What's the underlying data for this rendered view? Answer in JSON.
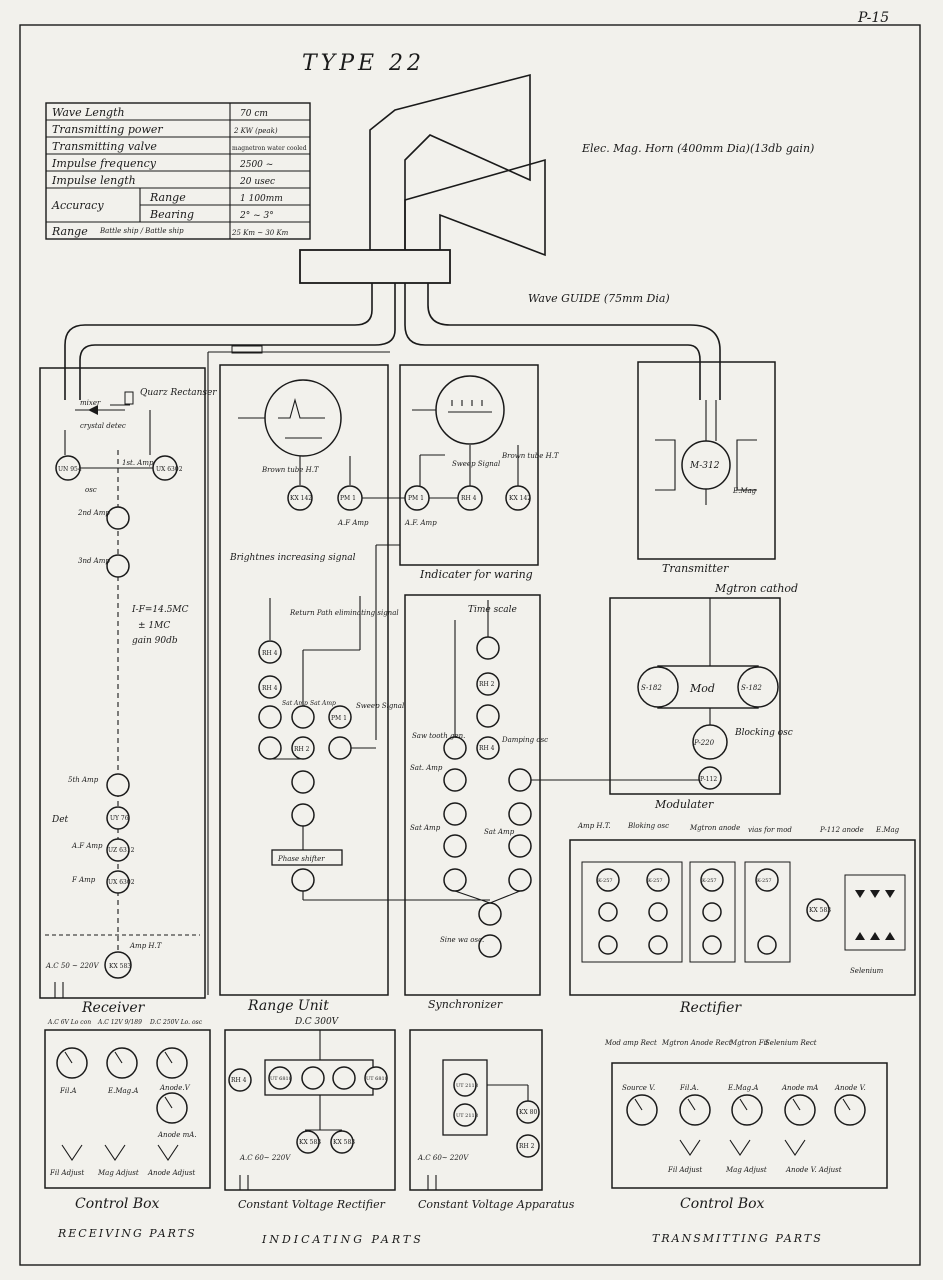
{
  "page_number": "P-15",
  "title": "TYPE 22",
  "horn_label": "Elec. Mag. Horn (400mm Dia)(13db gain)",
  "waveguide_label": "Wave GUIDE (75mm Dia)",
  "spec_table": [
    {
      "param": "Wave Length",
      "value": "70 cm"
    },
    {
      "param": "Transmitting power",
      "value": "2 KW (peak)"
    },
    {
      "param": "Transmitting valve",
      "value": "magnetron water cooled"
    },
    {
      "param": "Impulse frequency",
      "value": "2500 ~"
    },
    {
      "param": "Impulse length",
      "value": "20 usec"
    },
    {
      "param": "Accuracy",
      "sub": "Range",
      "value": "1 100mm"
    },
    {
      "param": "",
      "sub": "Bearing",
      "value": "2° ~ 3°"
    },
    {
      "param": "Range",
      "sub": "Battle ship / Battle ship",
      "value": "25 Km ~ 30 Km"
    }
  ],
  "sections": {
    "receiver": "Receiver",
    "range_unit": "Range Unit",
    "indicator": "Indicater for waring",
    "transmitter": "Transmitter",
    "synchronizer": "Synchronizer",
    "modulator": "Modulater",
    "rectifier": "Rectifier",
    "control_box_left": "Control Box",
    "cv_rectifier": "Constant Voltage Rectifier",
    "cv_apparatus": "Constant Voltage Apparatus",
    "control_box_right": "Control Box"
  },
  "footer": {
    "receiving": "RECEIVING PARTS",
    "indicating": "INDICATING PARTS",
    "transmitting": "TRANSMITTING PARTS"
  },
  "receiver": {
    "quartz": "Quarz Rectanser",
    "mixer": "mixer",
    "crystal": "crystal detec",
    "osc": "osc",
    "first_amp": "1st. Amp",
    "second_amp": "2nd Amp",
    "third_amp": "3nd Amp",
    "if_note_1": "I-F=14.5MC",
    "if_note_2": "± 1MC",
    "if_note_3": "gain 90db",
    "fifth_amp": "5th Amp",
    "det": "Det",
    "af_amp": "A.F Amp",
    "f_amp": "F Amp",
    "amp_ht": "Amp H.T",
    "ac": "A.C 50 ~ 220V",
    "tubes": {
      "osc": "UN 954",
      "a1": "UX 6302",
      "det": "UY 76",
      "af": "UZ 6312",
      "f": "UX 6302",
      "kx": "KX 583"
    }
  },
  "range_unit": {
    "brown_tube": "Brown tube H.T",
    "af_amp": "A.F Amp",
    "brightness": "Brightnes increasing signal",
    "return_path": "Return Path eliminating signal",
    "sat_amp1": "Sat Amp",
    "sat_amp2": "Sat Amp",
    "sweep": "Sweep Signal",
    "phase_shifter": "Phase shifter",
    "tubes": {
      "kx": "KX 142",
      "pm": "PM 1",
      "rh4a": "RH 4",
      "rh4b": "RH 4",
      "rh2": "RH 2",
      "pm1b": "PM 1"
    }
  },
  "indicator": {
    "af_amp": "A.F. Amp",
    "sweep_signal": "Sweep Signal",
    "brown_tube": "Brown tube H.T",
    "tubes": {
      "pm": "PM 1",
      "rh": "RH 4",
      "kx": "KX 142"
    }
  },
  "transmitter": {
    "magnetron": "M-312",
    "e_mag": "E.Mag"
  },
  "synchronizer": {
    "time_scale": "Time scale",
    "sawtooth": "Saw tooth gen.",
    "damping": "Damping osc",
    "sat_amp_a": "Sat. Amp",
    "sat_amp_b": "Sat Amp",
    "sat_amp_c": "Sat Amp",
    "sine_osc": "Sine wa osc.",
    "tubes": {
      "rh2": "RH 2",
      "rh4": "RH 4"
    }
  },
  "modulator": {
    "cathode": "Mgtron cathod",
    "mod": "Mod",
    "s182": "S-182",
    "p220": "P-220",
    "blocking": "Blocking osc",
    "p112": "P-112"
  },
  "rectifier": {
    "amp_ht": "Amp H.T.",
    "bloking": "Bloking osc",
    "mgtron_anode": "Mgtron anode",
    "vias": "vias for mod",
    "p112_anode": "P-112 anode",
    "e_mag": "E.Mag",
    "selenium": "Selenium",
    "k257": "K-257",
    "kx583": "KX 583"
  },
  "control_box_left": {
    "top": [
      "A.C 6V Lo con",
      "A.C 12V 9/189",
      "D.C 250V Lo. osc"
    ],
    "meters": [
      "Fil.A",
      "E.Mag.A",
      "Anode.V",
      "Anode mA."
    ],
    "adjust": [
      "Fil Adjust",
      "Mag Adjust",
      "Anode Adjust"
    ]
  },
  "cv_rectifier": {
    "dc": "D.C 300V",
    "ac": "A.C 60~ 220V",
    "tubes": {
      "rh": "RH 4",
      "ut": "UT 6818",
      "kx": "KX 583"
    }
  },
  "cv_apparatus": {
    "ac": "A.C 60~ 220V",
    "tubes": {
      "ut1": "UT 211B",
      "ut2": "UT 211B",
      "kx": "KX 80",
      "rh": "RH 2"
    }
  },
  "control_box_right": {
    "top": [
      "Mod amp Rect",
      "Mgtron Anode Rect",
      "Mgtron Fil",
      "Selenium Rect"
    ],
    "meters": [
      "Source V.",
      "Fil.A.",
      "E.Mag.A",
      "Anode mA",
      "Anode V."
    ],
    "adjust": [
      "Fil Adjust",
      "Mag Adjust",
      "Anode V. Adjust"
    ]
  }
}
